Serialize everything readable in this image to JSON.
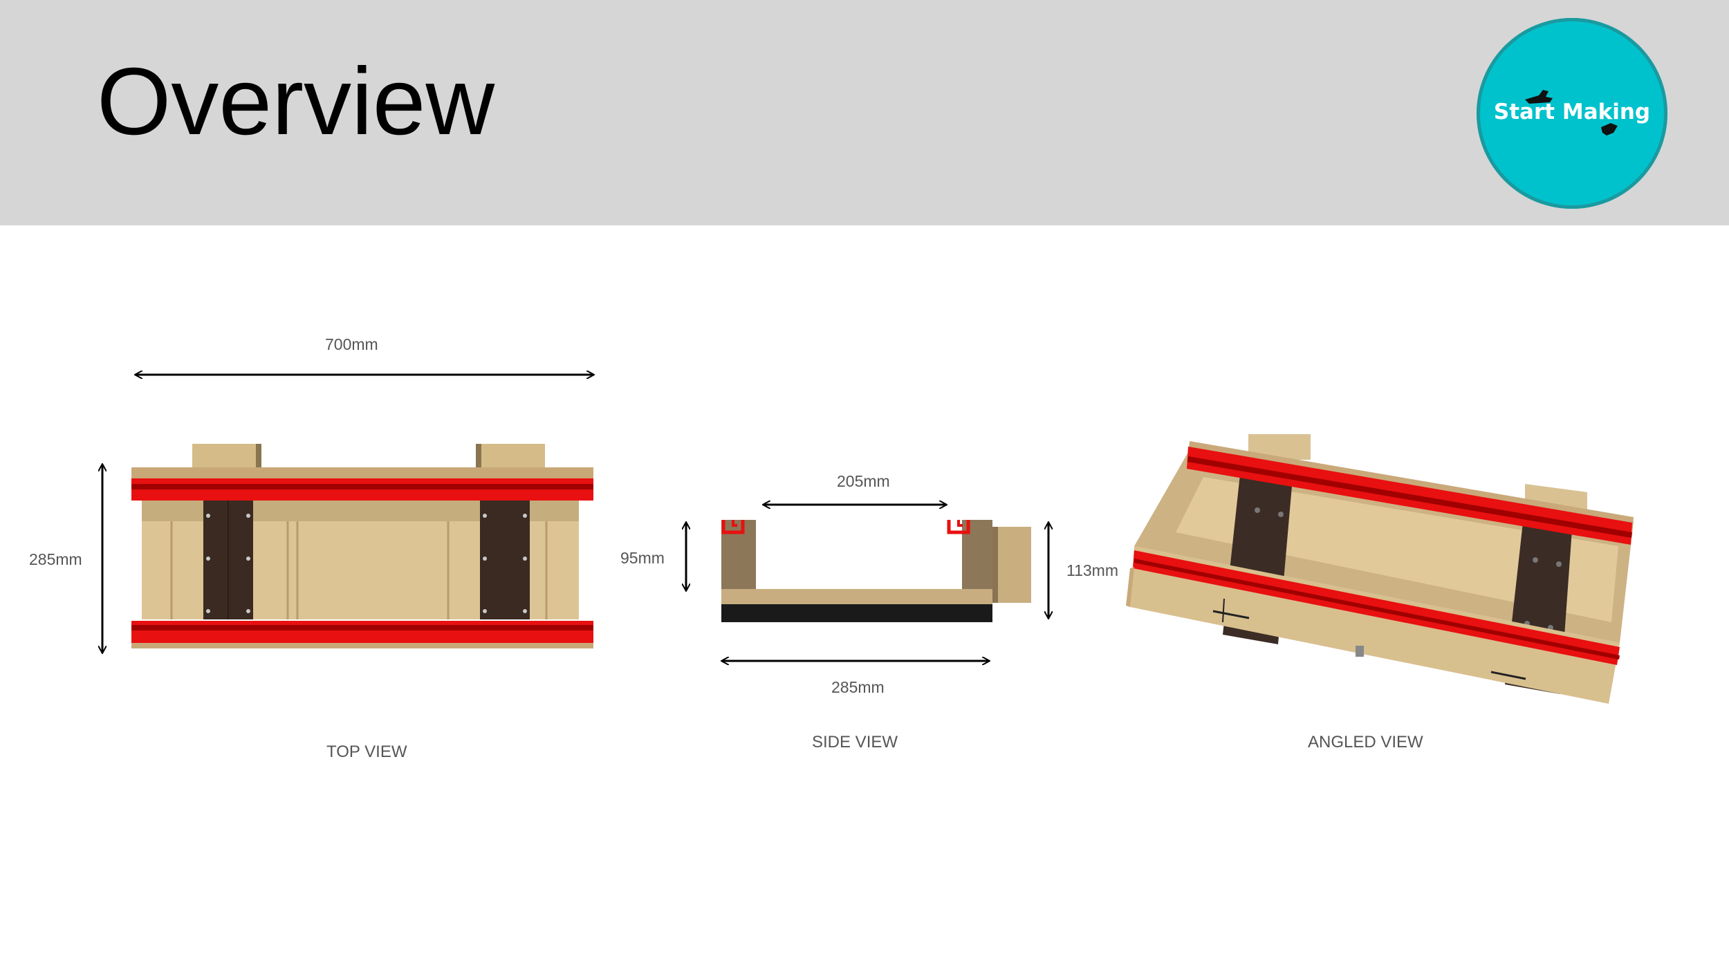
{
  "header": {
    "title": "Overview"
  },
  "logo": {
    "text": "Start Making"
  },
  "top_view": {
    "caption": "TOP VIEW",
    "width_label": "700mm",
    "height_label": "285mm"
  },
  "side_view": {
    "caption": "SIDE VIEW",
    "inner_width_label": "205mm",
    "inner_height_label": "95mm",
    "total_height_label": "113mm",
    "base_width_label": "285mm"
  },
  "angled_view": {
    "caption": "ANGLED VIEW"
  },
  "colors": {
    "header_bg": "#d6d6d6",
    "logo_bg": "#00c2cc",
    "rail_red": "#e81010",
    "wood": "#d8bf8c",
    "dark_wood": "#3a2a22"
  }
}
